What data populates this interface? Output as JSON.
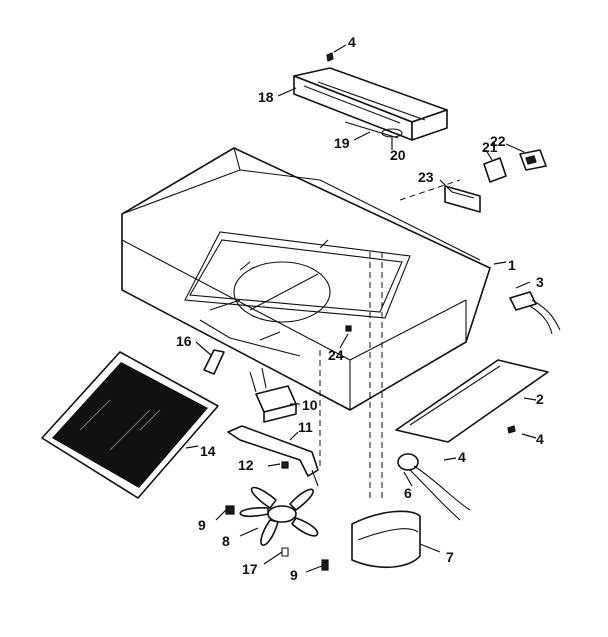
{
  "callouts": [
    {
      "id": "c4a",
      "label": "4"
    },
    {
      "id": "c18",
      "label": "18"
    },
    {
      "id": "c19",
      "label": "19"
    },
    {
      "id": "c20",
      "label": "20"
    },
    {
      "id": "c21",
      "label": "21"
    },
    {
      "id": "c22",
      "label": "22"
    },
    {
      "id": "c23",
      "label": "23"
    },
    {
      "id": "c1",
      "label": "1"
    },
    {
      "id": "c3",
      "label": "3"
    },
    {
      "id": "c16",
      "label": "16"
    },
    {
      "id": "c24",
      "label": "24"
    },
    {
      "id": "c2",
      "label": "2"
    },
    {
      "id": "c10",
      "label": "10"
    },
    {
      "id": "c4b",
      "label": "4"
    },
    {
      "id": "c11",
      "label": "11"
    },
    {
      "id": "c14",
      "label": "14"
    },
    {
      "id": "c4c",
      "label": "4"
    },
    {
      "id": "c12",
      "label": "12"
    },
    {
      "id": "c6",
      "label": "6"
    },
    {
      "id": "c9a",
      "label": "9"
    },
    {
      "id": "c8",
      "label": "8"
    },
    {
      "id": "c7",
      "label": "7"
    },
    {
      "id": "c17",
      "label": "17"
    },
    {
      "id": "c9b",
      "label": "9"
    }
  ]
}
